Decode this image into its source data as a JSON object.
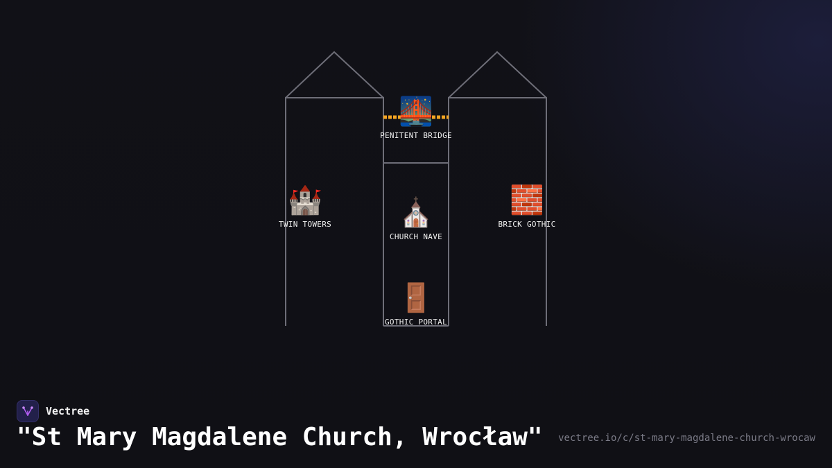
{
  "diagram": {
    "nodes": {
      "penitent_bridge": {
        "icon": "bridge-at-night-icon",
        "glyph": "🌉",
        "label": "PENITENT BRIDGE"
      },
      "twin_towers": {
        "icon": "castle-icon",
        "glyph": "🏰",
        "label": "TWIN TOWERS"
      },
      "church_nave": {
        "icon": "church-icon",
        "glyph": "⛪",
        "label": "CHURCH NAVE"
      },
      "brick_gothic": {
        "icon": "brick-icon",
        "glyph": "🧱",
        "label": "BRICK GOTHIC"
      },
      "gothic_portal": {
        "icon": "door-icon",
        "glyph": "🚪",
        "label": "GOTHIC PORTAL"
      }
    },
    "colors": {
      "outline": "#6e6e78",
      "bridge_link": "#f5a623"
    }
  },
  "footer": {
    "brand_name": "Vectree",
    "title": "\"St Mary Magdalene Church, Wrocław\"",
    "url": "vectree.io/c/st-mary-magdalene-church-wrocaw"
  },
  "colors": {
    "background": "#111117",
    "logo_bg": "#22204a",
    "logo_accent": "#b05cf0"
  }
}
